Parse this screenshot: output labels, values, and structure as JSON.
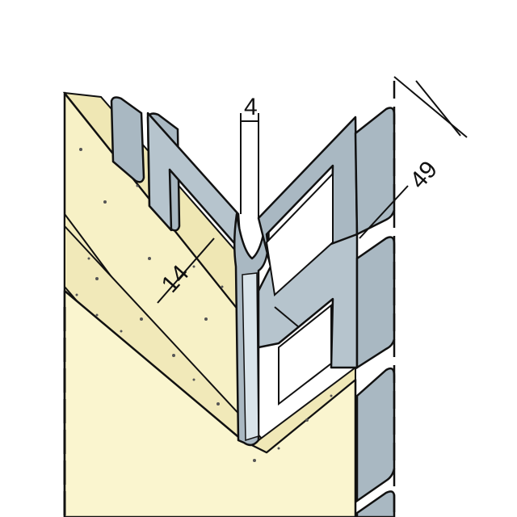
{
  "dimensions": {
    "gap_width": "4",
    "wing_depth": "14",
    "wing_length": "49"
  },
  "colors": {
    "plaster": "#f7f1c6",
    "plaster_dark": "#efe7b4",
    "metal": "#a9b8c2",
    "metal_light": "#d9e4ea",
    "outline": "#111111",
    "background": "#ffffff"
  }
}
